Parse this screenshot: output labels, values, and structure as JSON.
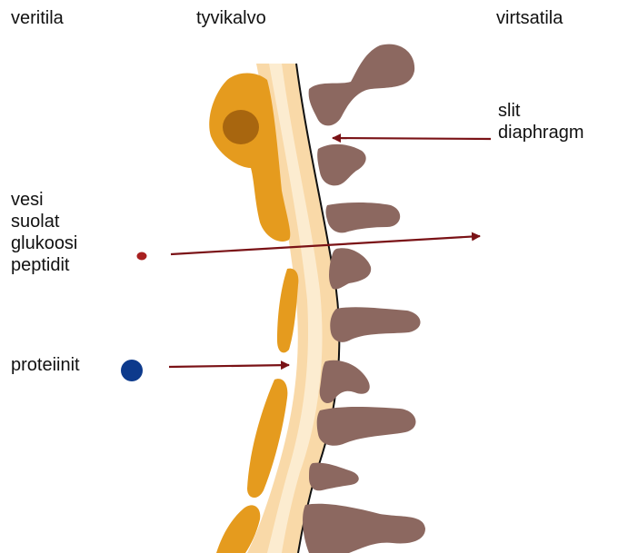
{
  "labels": {
    "blood_side": "veritila",
    "basement_membrane": "tyvikalvo",
    "urinary_side": "virtsatila",
    "slit_line1": "slit",
    "slit_line2": "diaphragm",
    "filtered_line1": "vesi",
    "filtered_line2": "suolat",
    "filtered_line3": "glukoosi",
    "filtered_line4": "peptidit",
    "proteins": "proteiinit"
  },
  "colors": {
    "endothelium": "#E59B1E",
    "nucleus": "#A8660F",
    "basement_outer": "#F9D9A8",
    "basement_inner": "#FCECD0",
    "podocyte": "#8C6860",
    "arrow": "#7A1216",
    "small_molecule": "#A82020",
    "protein": "#0D3A8C",
    "text": "#111111"
  }
}
